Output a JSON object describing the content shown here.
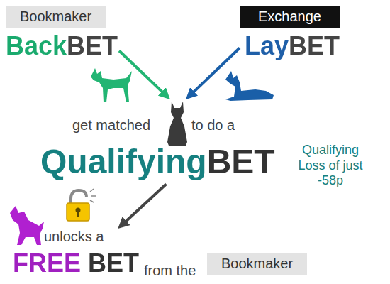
{
  "diagram": {
    "nodes": [
      {
        "text": [
          "Bookmaker",
          "BackBET"
        ]
      },
      {
        "text": [
          "Exchange",
          "LayBET"
        ]
      },
      {
        "text": [
          "get matched",
          "to do a",
          "QualifyingBET"
        ]
      },
      {
        "text": [
          "unlocks a",
          "FREE BET",
          "from the",
          "Bookmaker"
        ]
      }
    ],
    "edges": [
      {
        "from": 0,
        "to": 2,
        "arrow": "to"
      },
      {
        "from": 1,
        "to": 2,
        "arrow": "to"
      },
      {
        "from": 2,
        "to": 3,
        "arrow": "to"
      }
    ],
    "labels": [
      "Qualifying Loss of just -58p"
    ]
  }
}
